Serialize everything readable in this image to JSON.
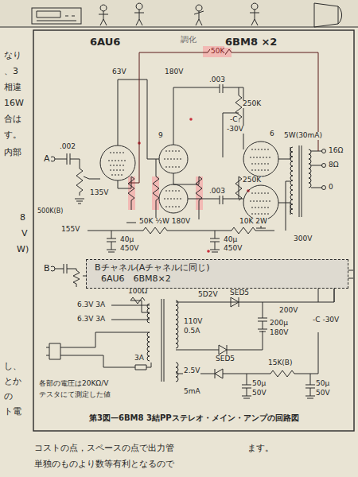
{
  "diagram": {
    "caption": "第3図—6BM8 3結PPステレオ・メイン・アンプの回路図",
    "nodes": [
      {
        "text": [
          "Bチャネル(Aチャネルに同じ)",
          "6AU6　6BM8×2"
        ]
      }
    ],
    "labels": [
      "なり",
      "、3",
      "相違",
      "16W",
      "合は",
      "す。",
      "内部",
      "8",
      "V",
      "W)",
      "し、",
      "とか",
      "の",
      "ト電",
      "6AU6",
      "6BM8 ×2",
      "調化",
      "50K",
      "63V",
      "180V",
      ".003",
      "6",
      "9",
      "250K",
      "-C",
      "-30V",
      "A",
      ".002",
      "500K(B)",
      "135V",
      "250K",
      ".003",
      "5W(30mA)",
      "16Ω",
      "8Ω",
      "0",
      "300V",
      "155V",
      "40μ",
      "450V",
      "50K ½W 180V",
      "10K 2W",
      "40μ",
      "450V",
      "B",
      "100Ω",
      "6.3V 3A",
      "6.3V 3A",
      "5D2V",
      "SED5",
      "SED5",
      "110V",
      "0.5A",
      "200V",
      "200μ",
      "180V",
      "-C -30V",
      "3A",
      "2.5V",
      "5mA",
      "50μ",
      "50V",
      "15K(B)",
      "50μ",
      "50V",
      "各部の電圧は20KΩ/V",
      "テスタにて測定した値",
      "コストの点，スペースの点で出力管",
      "ます。",
      "単独のものより数等有利となるので"
    ]
  }
}
